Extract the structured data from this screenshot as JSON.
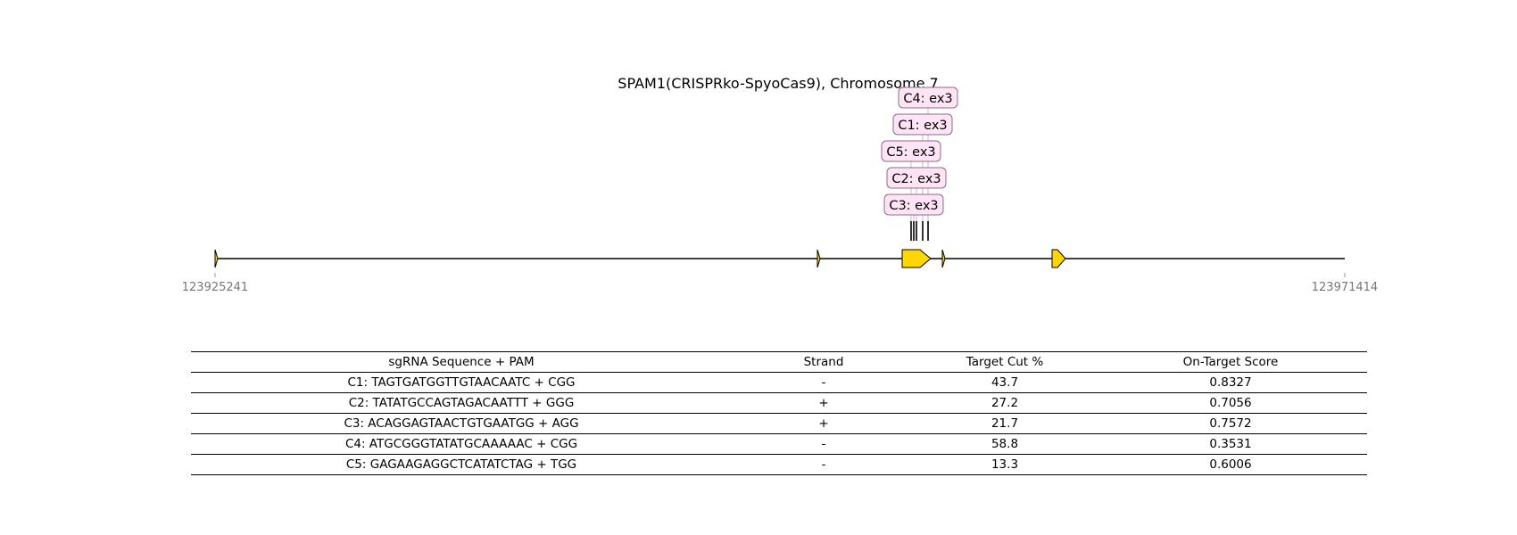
{
  "title": "SPAM1(CRISPRko-SpyoCas9), Chromosome 7",
  "region": {
    "start_label": "123925241",
    "end_label": "123971414"
  },
  "guides": [
    {
      "id": "C1",
      "label": "C1: ex3",
      "sequence": "C1: TAGTGATGGTTGTAACAATC + CGG",
      "strand": "-",
      "cut": "43.7",
      "score": "0.8327"
    },
    {
      "id": "C2",
      "label": "C2: ex3",
      "sequence": "C2: TATATGCCAGTAGACAATTT + GGG",
      "strand": "+",
      "cut": "27.2",
      "score": "0.7056"
    },
    {
      "id": "C3",
      "label": "C3: ex3",
      "sequence": "C3: ACAGGAGTAACTGTGAATGG + AGG",
      "strand": "+",
      "cut": "21.7",
      "score": "0.7572"
    },
    {
      "id": "C4",
      "label": "C4: ex3",
      "sequence": "C4: ATGCGGGTATATGCAAAAAC + CGG",
      "strand": "-",
      "cut": "58.8",
      "score": "0.3531"
    },
    {
      "id": "C5",
      "label": "C5: ex3",
      "sequence": "C5: GAGAAGAGGCTCATATCTAG + TGG",
      "strand": "-",
      "cut": "13.3",
      "score": "0.6006"
    }
  ],
  "table": {
    "headers": [
      "sgRNA Sequence + PAM",
      "Strand",
      "Target Cut %",
      "On-Target Score"
    ]
  },
  "colors": {
    "exon": "#FFD700",
    "label_box": "#FFE4F5",
    "label_border": "#8B6B8B",
    "connector": "#D8A8D8"
  }
}
